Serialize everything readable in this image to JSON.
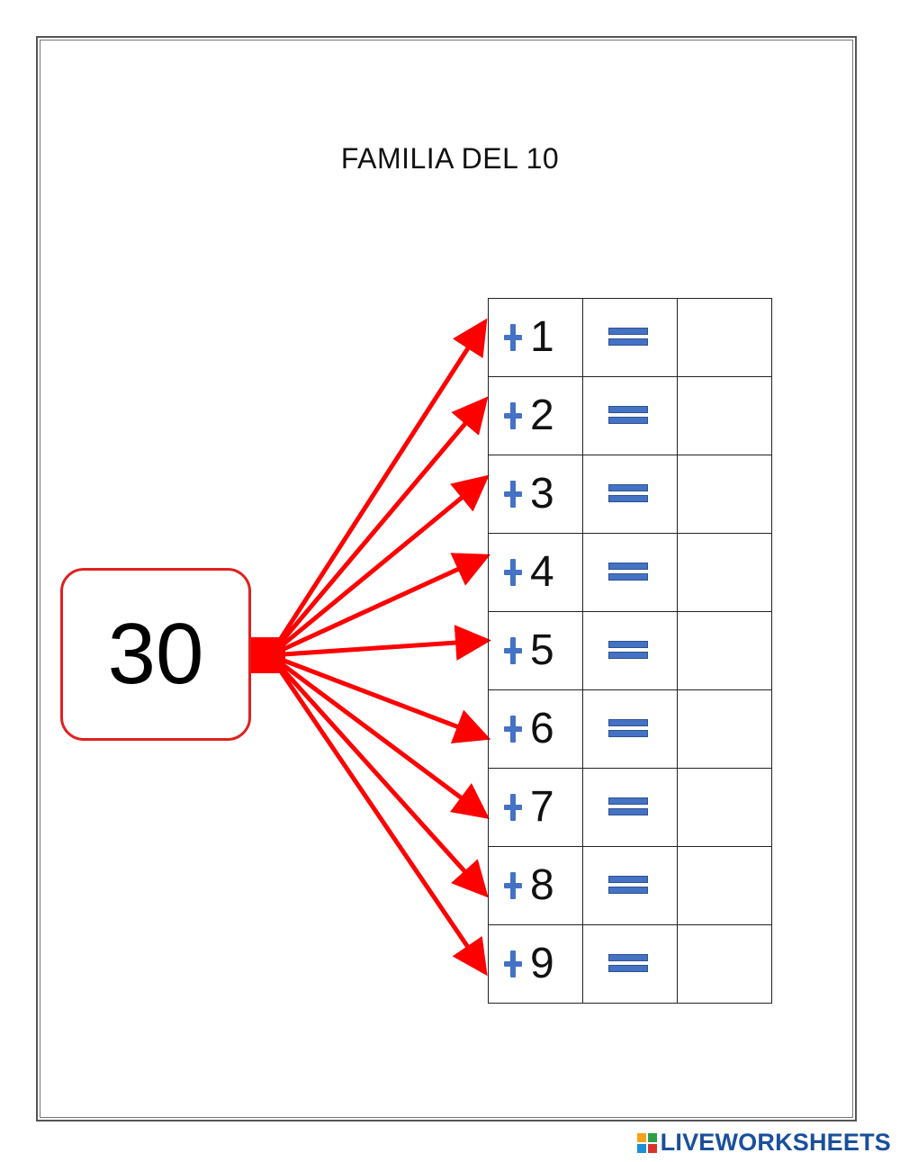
{
  "worksheet": {
    "title": "FAMILIA DEL 10",
    "base_number": "30",
    "rows": [
      {
        "addend": "1",
        "answer": ""
      },
      {
        "addend": "2",
        "answer": ""
      },
      {
        "addend": "3",
        "answer": ""
      },
      {
        "addend": "4",
        "answer": ""
      },
      {
        "addend": "5",
        "answer": ""
      },
      {
        "addend": "6",
        "answer": ""
      },
      {
        "addend": "7",
        "answer": ""
      },
      {
        "addend": "8",
        "answer": ""
      },
      {
        "addend": "9",
        "answer": ""
      }
    ],
    "plus_icon": "plus-icon",
    "equals_icon": "equals-icon"
  },
  "colors": {
    "arrow": "#ff0000",
    "box_border": "#e02020",
    "symbols": "#4472c4",
    "brand": "#1a4f9c"
  },
  "footer": {
    "brand_text": "LIVEWORKSHEETS"
  }
}
